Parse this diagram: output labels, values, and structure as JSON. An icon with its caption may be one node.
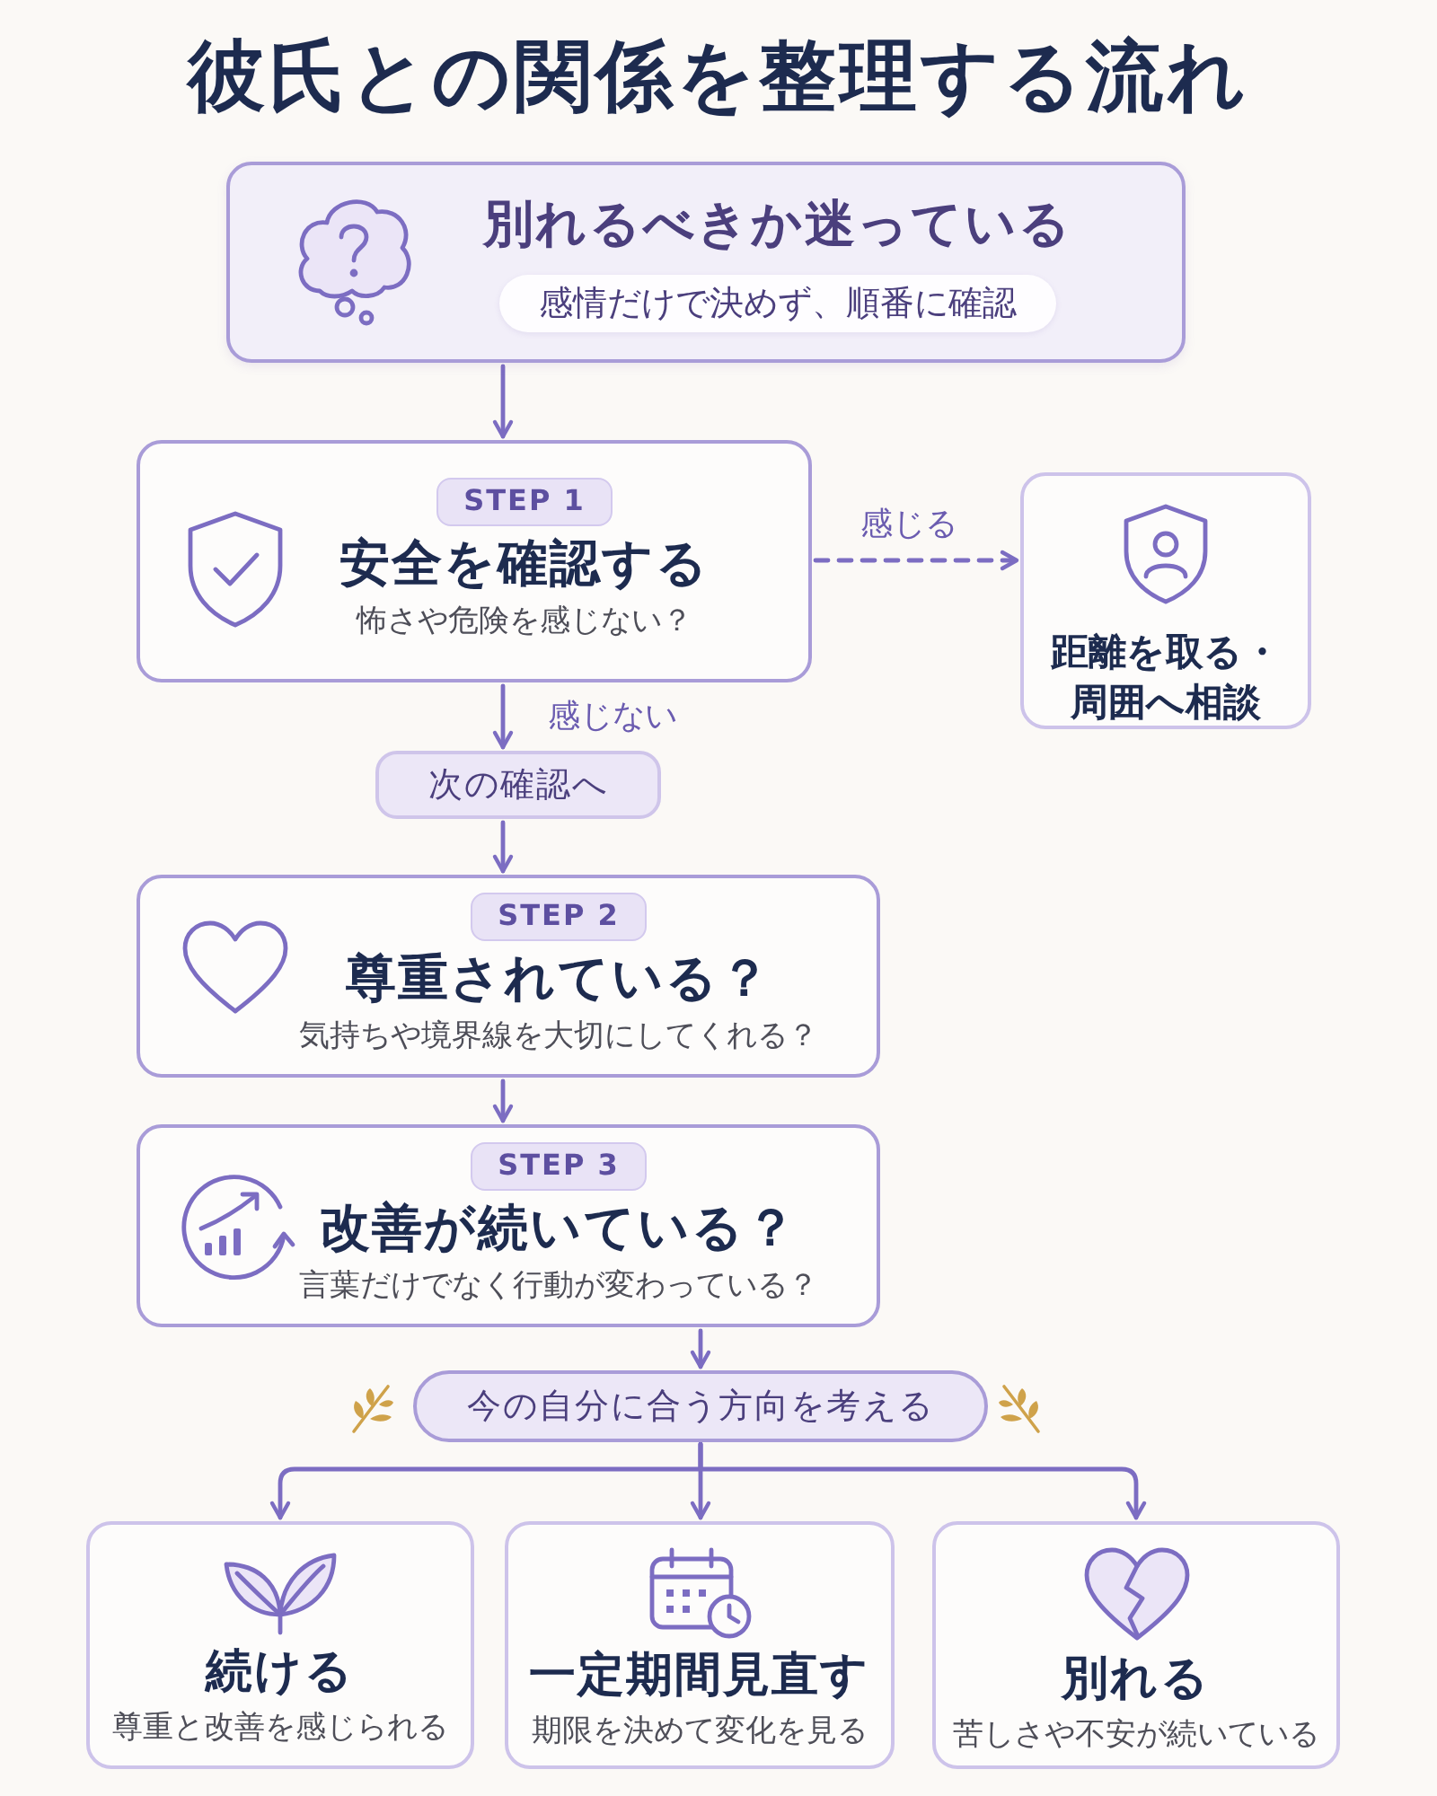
{
  "diagram": {
    "title": "彼氏との関係を整理する流れ",
    "nodes": [
      {
        "text": [
          "別れるべきか迷っている",
          "感情だけで決めず、順番に確認"
        ]
      },
      {
        "text": [
          "STEP 1",
          "安全を確認する",
          "怖さや危険を感じない？"
        ]
      },
      {
        "text": [
          "距離を取る・周囲へ相談"
        ]
      },
      {
        "text": [
          "次の確認へ"
        ]
      },
      {
        "text": [
          "STEP 2",
          "尊重されている？",
          "気持ちや境界線を大切にしてくれる？"
        ]
      },
      {
        "text": [
          "STEP 3",
          "改善が続いている？",
          "言葉だけでなく行動が変わっている？"
        ]
      },
      {
        "text": [
          "今の自分に合う方向を考える"
        ]
      },
      {
        "text": [
          "続ける",
          "尊重と改善を感じられる"
        ]
      },
      {
        "text": [
          "一定期間見直す",
          "期限を決めて変化を見る"
        ]
      },
      {
        "text": [
          "別れる",
          "苦しさや不安が続いている"
        ]
      }
    ],
    "edges": [
      {
        "from": 0,
        "to": 1,
        "arrow": "to"
      },
      {
        "from": 1,
        "to": 2,
        "arrow": "to",
        "label": "感じる",
        "style": "dashed"
      },
      {
        "from": 1,
        "to": 3,
        "arrow": "to",
        "label": "感じない"
      },
      {
        "from": 3,
        "to": 4,
        "arrow": "to"
      },
      {
        "from": 4,
        "to": 5,
        "arrow": "to"
      },
      {
        "from": 5,
        "to": 6,
        "arrow": "to"
      },
      {
        "from": 6,
        "to": 7,
        "arrow": "to"
      },
      {
        "from": 6,
        "to": 8,
        "arrow": "to"
      },
      {
        "from": 6,
        "to": 9,
        "arrow": "to"
      }
    ]
  }
}
